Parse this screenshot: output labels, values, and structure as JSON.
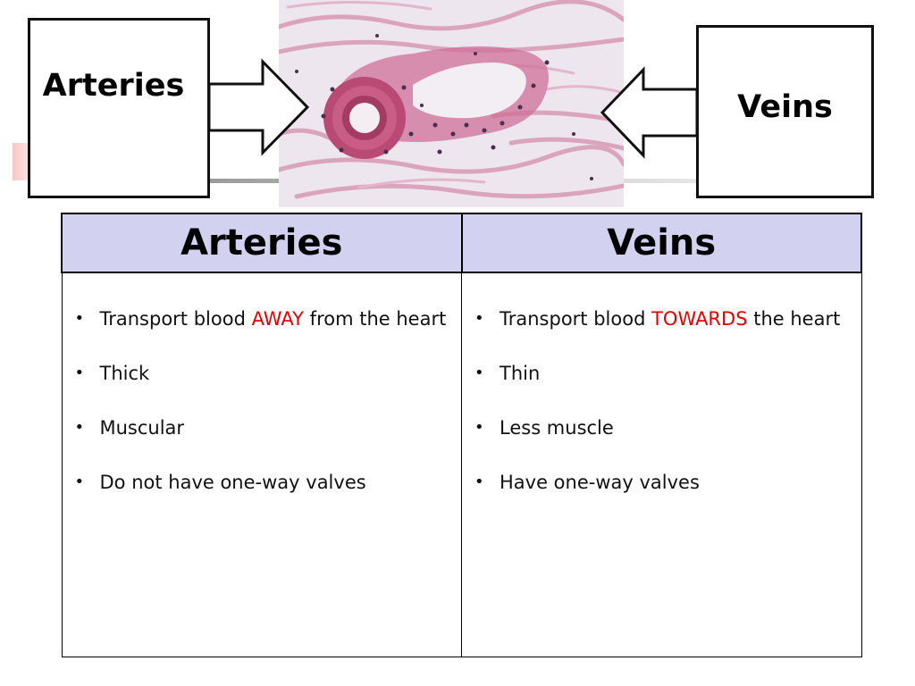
{
  "callouts": {
    "left": "Arteries",
    "right": "Veins"
  },
  "table": {
    "headers": [
      "Arteries",
      "Veins"
    ],
    "arteries": {
      "first_before": "Transport blood ",
      "first_highlight": "AWAY",
      "first_after": " from the heart",
      "items": [
        "Thick",
        "Muscular",
        "Do not have one-way valves"
      ]
    },
    "veins": {
      "first_before": "Transport blood ",
      "first_highlight": "TOWARDS",
      "first_after": " the heart",
      "items": [
        "Thin",
        "Less muscle",
        "Have one-way valves"
      ]
    }
  },
  "colors": {
    "header_bg": "#d2d2f0",
    "highlight": "#e00000",
    "tissue_pink": "#c8537e"
  }
}
